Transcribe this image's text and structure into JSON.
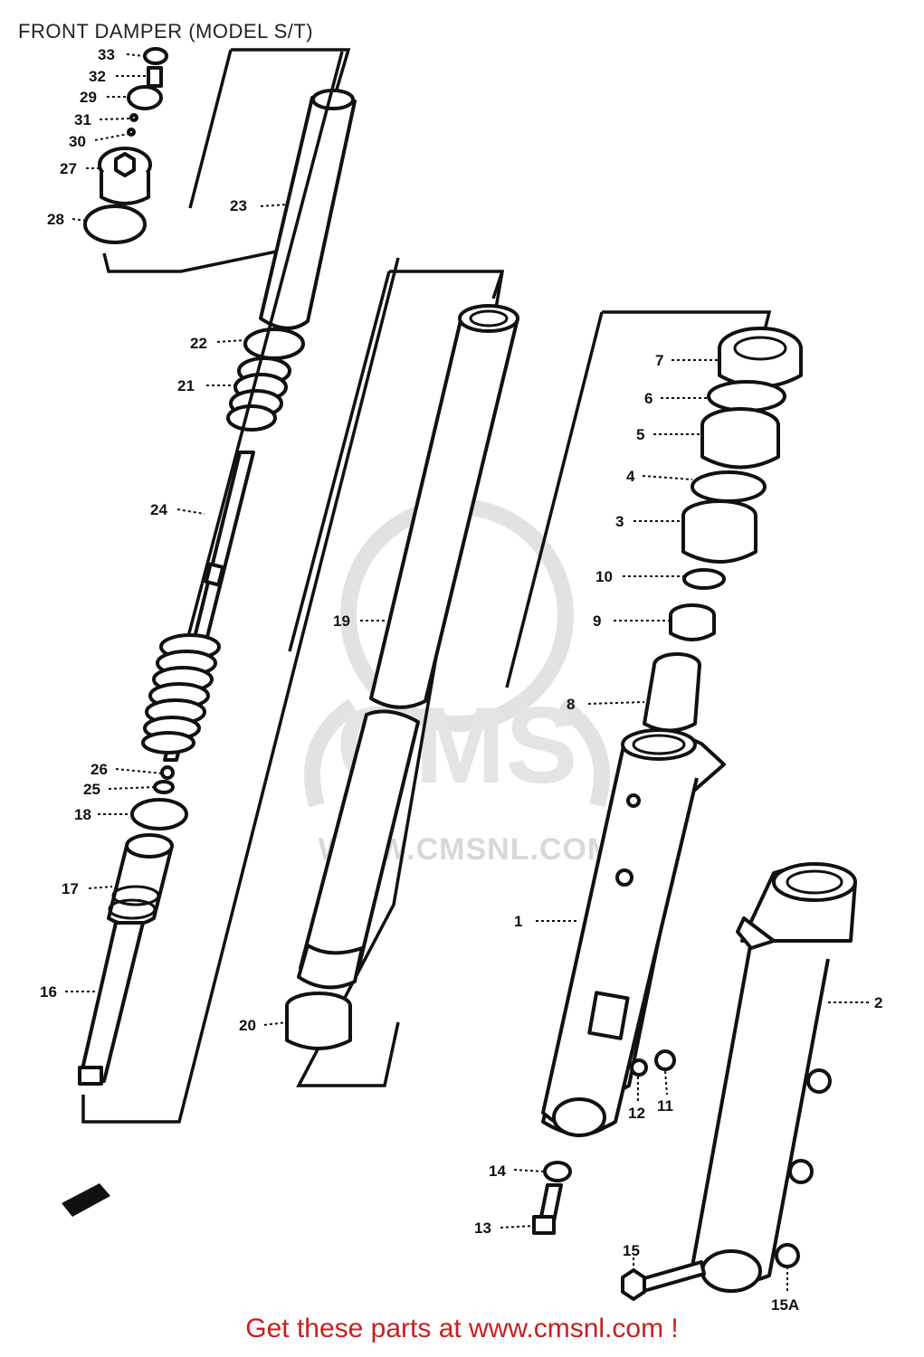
{
  "header": {
    "title": "FRONT DAMPER (MODEL S/T)"
  },
  "watermark": {
    "text": "WWW.CMSNL.COM",
    "logo": "CMS"
  },
  "footer": {
    "text": "Get these parts at www.cmsnl.com !"
  },
  "callouts": {
    "c33": "33",
    "c32": "32",
    "c29": "29",
    "c31": "31",
    "c30": "30",
    "c27": "27",
    "c28": "28",
    "c23": "23",
    "c22": "22",
    "c21": "21",
    "c24": "24",
    "c26": "26",
    "c25": "25",
    "c18": "18",
    "c17": "17",
    "c16": "16",
    "c19": "19",
    "c20": "20",
    "c7": "7",
    "c6": "6",
    "c5": "5",
    "c4": "4",
    "c3": "3",
    "c10": "10",
    "c9": "9",
    "c8": "8",
    "c1": "1",
    "c2": "2",
    "c12": "12",
    "c11": "11",
    "c14": "14",
    "c13": "13",
    "c15": "15",
    "c15a": "15A"
  },
  "colors": {
    "footer": "#cc1d1d",
    "ink": "#111111",
    "watermark": "#d8d8d8"
  }
}
